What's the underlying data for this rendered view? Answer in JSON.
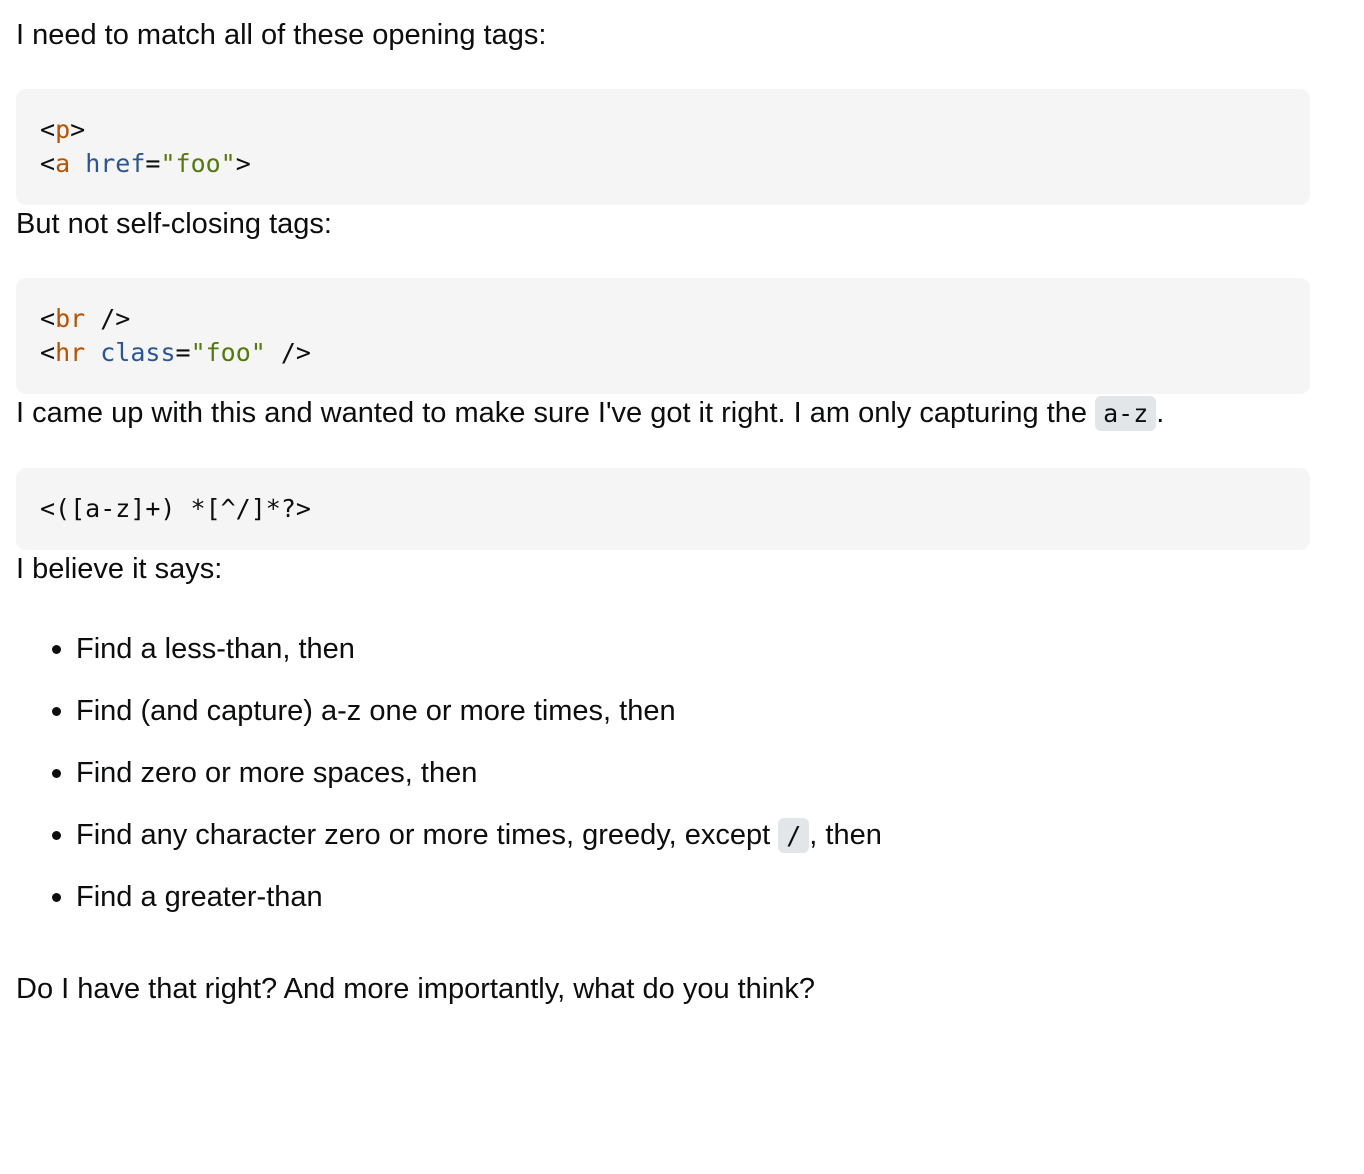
{
  "post": {
    "intro": "I need to match all of these opening tags:",
    "code_opening": {
      "line1": {
        "lt": "<",
        "tag": "p",
        "gt": ">"
      },
      "line2": {
        "lt": "<",
        "tag": "a",
        "attr": "href",
        "eq": "=",
        "val": "\"foo\"",
        "gt": ">"
      }
    },
    "not_self_closing": "But not self-closing tags:",
    "code_self_closing": {
      "line1": {
        "lt": "<",
        "tag": "br",
        "end": " />"
      },
      "line2": {
        "lt": "<",
        "tag": "hr",
        "attr": "class",
        "eq": "=",
        "val": "\"foo\"",
        "end": " />"
      }
    },
    "came_up_text": "I came up with this and wanted to make sure I've got it right. I am only capturing the",
    "came_up_code": "a-z",
    "came_up_end": ".",
    "regex": "<([a-z]+) *[^/]*?>",
    "believe": "I believe it says:",
    "bullets": {
      "b1": "Find a less-than, then",
      "b2": "Find (and capture) a-z one or more times, then",
      "b3": "Find zero or more spaces, then",
      "b4_pre": "Find any character zero or more times, greedy, except",
      "b4_code": "/",
      "b4_post": ", then",
      "b5": "Find a greater-than"
    },
    "closing": "Do I have that right? And more importantly, what do you think?"
  }
}
